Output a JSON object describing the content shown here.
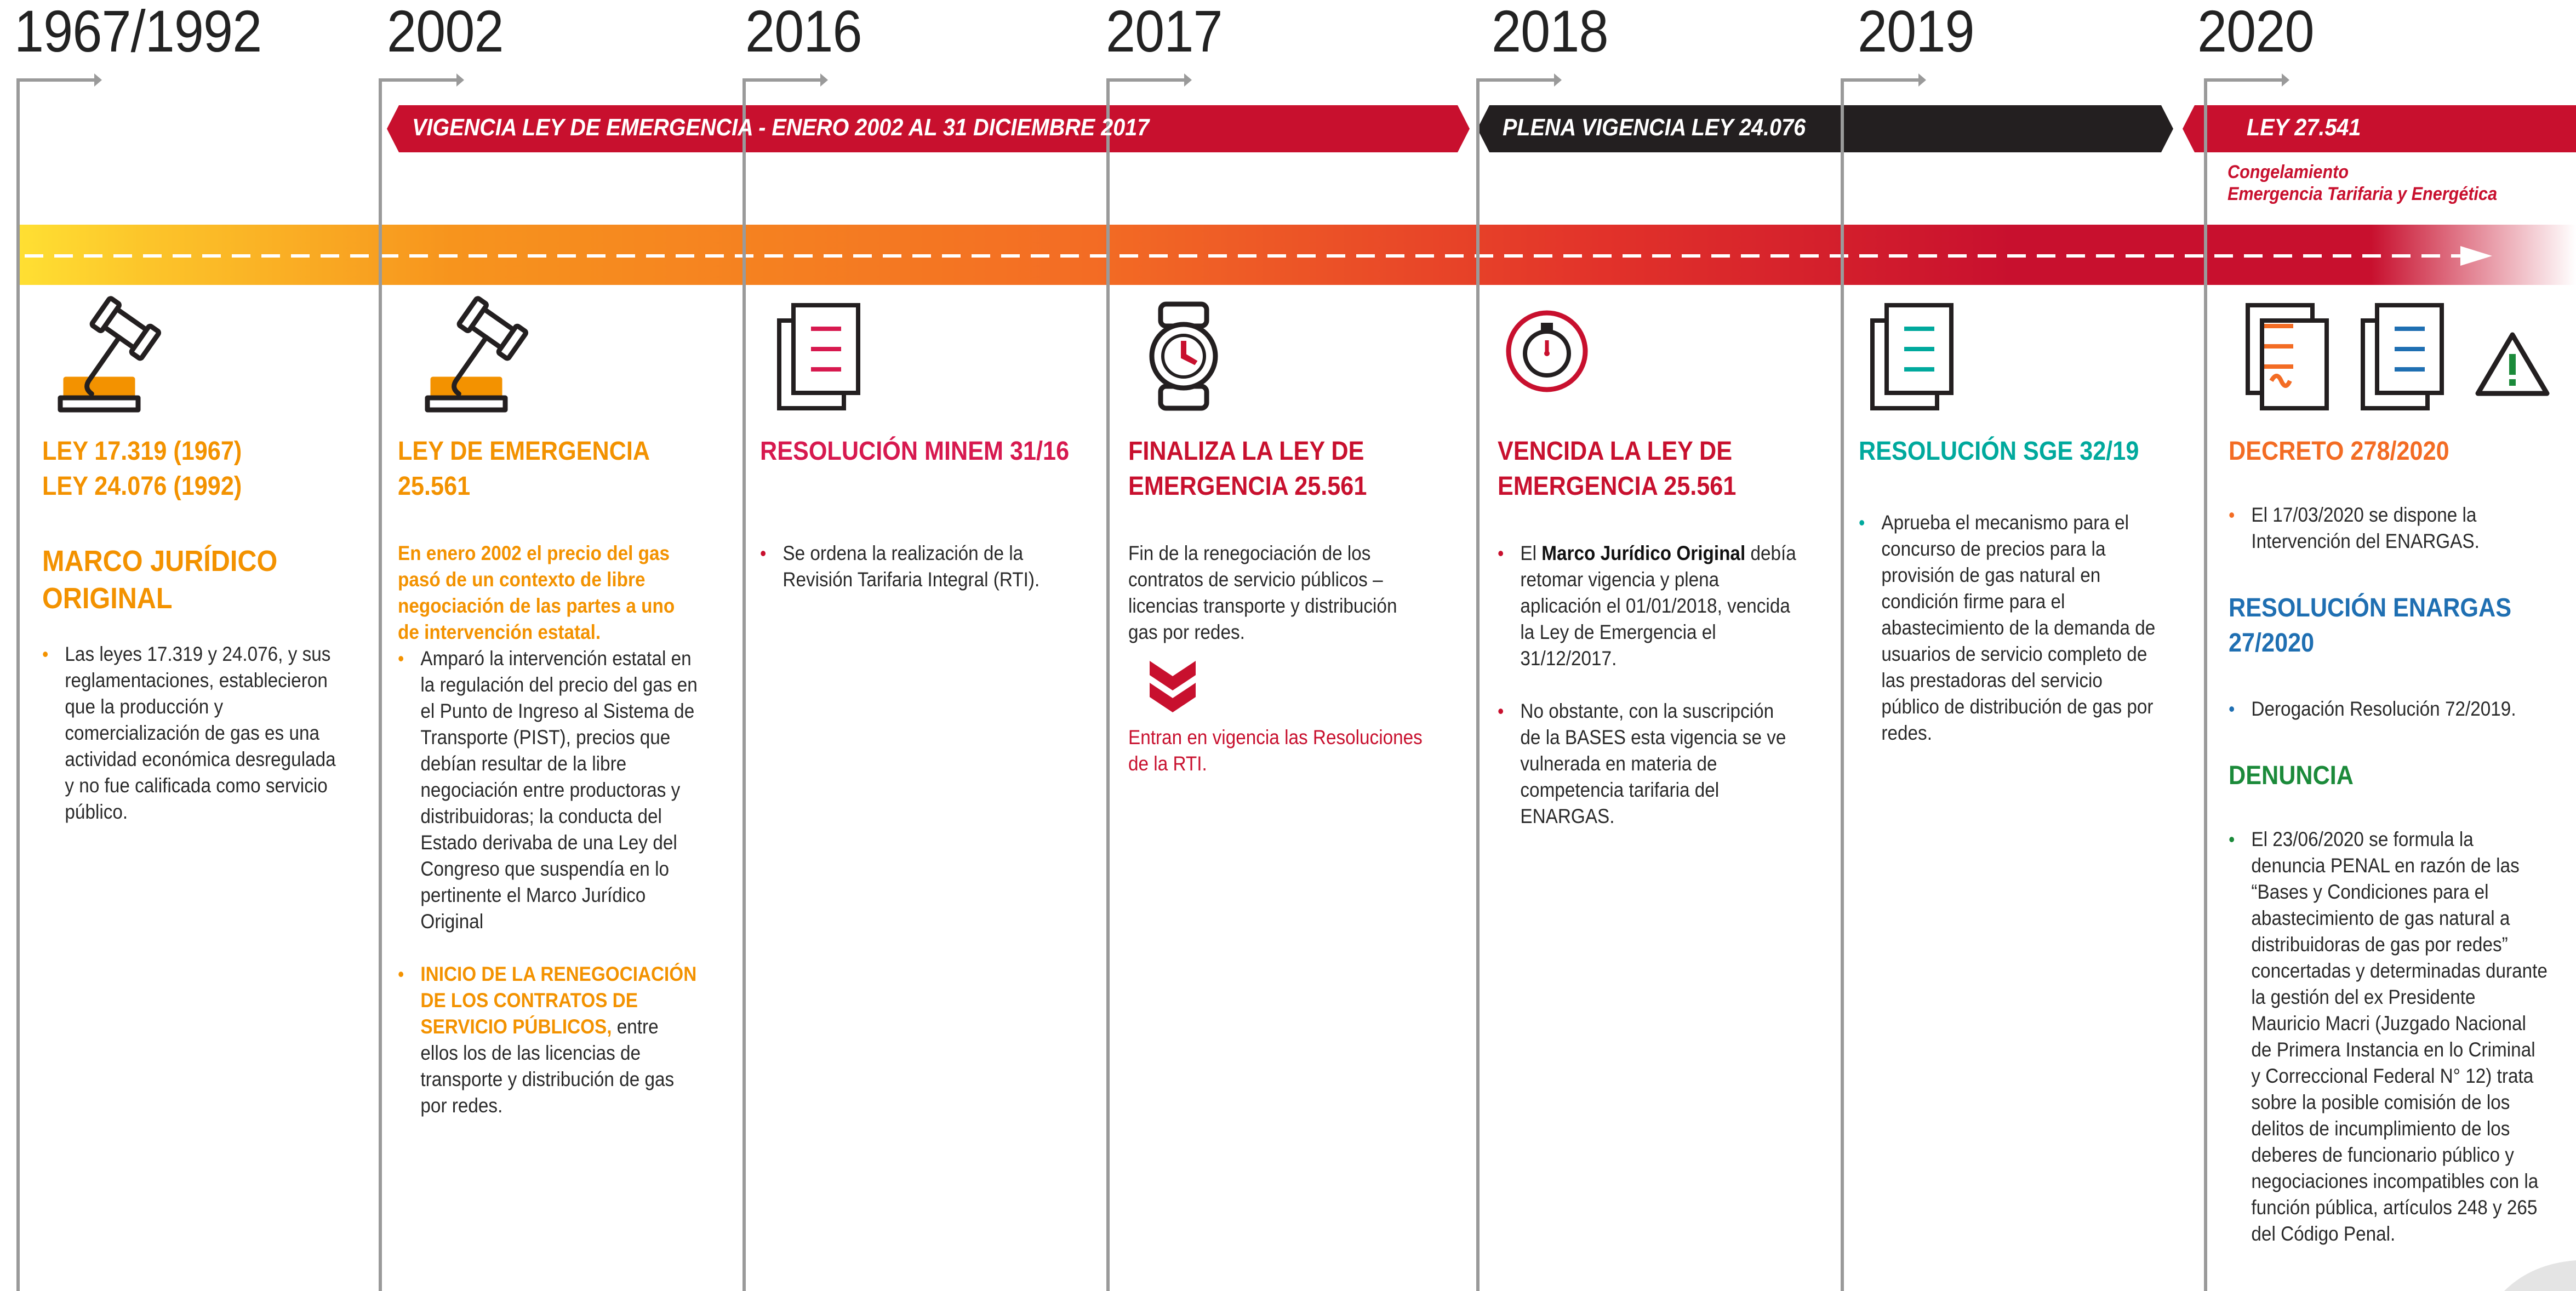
{
  "years": [
    "1967/1992",
    "2002",
    "2016",
    "2017",
    "2018",
    "2019",
    "2020"
  ],
  "colors": {
    "orange": "#f39200",
    "red": "#c8102e",
    "pink": "#d7194f",
    "teal": "#00a99d",
    "blue": "#1f6fb2",
    "green": "#1b8a3a",
    "dark": "#222222"
  },
  "banners": {
    "emergency": "VIGENCIA LEY DE EMERGENCIA  -  ENERO 2002 AL 31 DICIEMBRE 2017",
    "plena": "PLENA VIGENCIA LEY 24.076",
    "ley27541": "LEY 27.541",
    "ley27541_sub1": "Congelamiento",
    "ley27541_sub2": "Emergencia Tarifaria y Energética"
  },
  "col1": {
    "icon": "gavel-icon",
    "title_line1": "LEY 17.319 (1967)",
    "title_line2": "LEY 24.076 (1992)",
    "subtitle_line1": "MARCO JURÍDICO",
    "subtitle_line2": "ORIGINAL",
    "bullet1": "Las leyes 17.319 y 24.076, y sus reglamentaciones, establecieron que la producción y comercialización de gas es una actividad económica desregulada y no fue calificada como servicio público."
  },
  "col2": {
    "icon": "gavel-icon",
    "title_line1": "LEY DE EMERGENCIA",
    "title_line2": "25.561",
    "intro": "En enero 2002 el precio del gas pasó de un contexto de libre negociación de las partes a uno de intervención estatal.",
    "bullet1": "Amparó la intervención estatal en la regulación del precio del gas en el Punto de Ingreso al Sistema de Transporte (PIST), precios que debían resultar de la libre negociación entre productoras y distribuidoras; la conducta del Estado derivaba de una Ley del Congreso que suspendía en lo pertinente el Marco Jurídico Original",
    "bullet2_highlight": "INICIO DE LA RENEGOCIACIÓN DE LOS CONTRATOS DE SERVICIO PÚBLICOS,",
    "bullet2_rest": " entre ellos los de las licencias de transporte y distribución de gas por redes."
  },
  "col3": {
    "icon": "document-icon",
    "title": "RESOLUCIÓN MINEM 31/16",
    "bullet1": "Se ordena la realización de la Revisión Tarifaria Integral (RTI)."
  },
  "col4": {
    "icon": "watch-icon",
    "title_line1": "FINALIZA LA LEY DE",
    "title_line2": "EMERGENCIA 25.561",
    "body": "Fin de la renegociación de los contratos de servicio públicos – licencias transporte y distribución gas por redes.",
    "arrow_icon": "chevron-down-double-icon",
    "note": "Entran en vigencia las Resoluciones de la RTI."
  },
  "col5": {
    "icon": "stopwatch-icon",
    "title_line1": "VENCIDA LA LEY DE",
    "title_line2": "EMERGENCIA 25.561",
    "bullet1_pre": "El ",
    "bullet1_bold": "Marco Jurídico Original",
    "bullet1_post": " debía retomar vigencia y plena aplicación el 01/01/2018, vencida la Ley de Emergencia el 31/12/2017.",
    "bullet2": "No obstante, con la suscripción de la BASES esta vigencia se ve vulnerada en materia de competencia tarifaria del ENARGAS."
  },
  "col6": {
    "icon": "document-icon",
    "title": "RESOLUCIÓN SGE  32/19",
    "bullet1": "Aprueba el mecanismo para el concurso de precios para la provisión de gas natural en condición firme para el abastecimiento de la demanda de usuarios de servicio completo de las prestadoras del servicio público de distribución de gas por redes."
  },
  "col7": {
    "icons": [
      "signed-document-icon",
      "document-icon",
      "warning-icon"
    ],
    "title1": "DECRETO 278/2020",
    "bullet1": "El 17/03/2020 se dispone la Intervención del ENARGAS.",
    "title2_line1": "RESOLUCIÓN ENARGAS",
    "title2_line2": "27/2020",
    "bullet2": "Derogación Resolución 72/2019.",
    "title3": "DENUNCIA",
    "bullet3": "El  23/06/2020 se formula la denuncia PENAL en razón de las “Bases y Condiciones para el abastecimiento de gas natural a distribuidoras de gas por redes” concertadas y determinadas durante la gestión del ex Presidente Mauricio Macri (Juzgado Nacional de Primera Instancia en lo Criminal y Correccional Federal N° 12) trata sobre la posible comisión de los delitos de incumplimiento de los deberes de funcionario público y negociaciones incompatibles con la función pública, artículos 248 y 265 del Código Penal."
  }
}
